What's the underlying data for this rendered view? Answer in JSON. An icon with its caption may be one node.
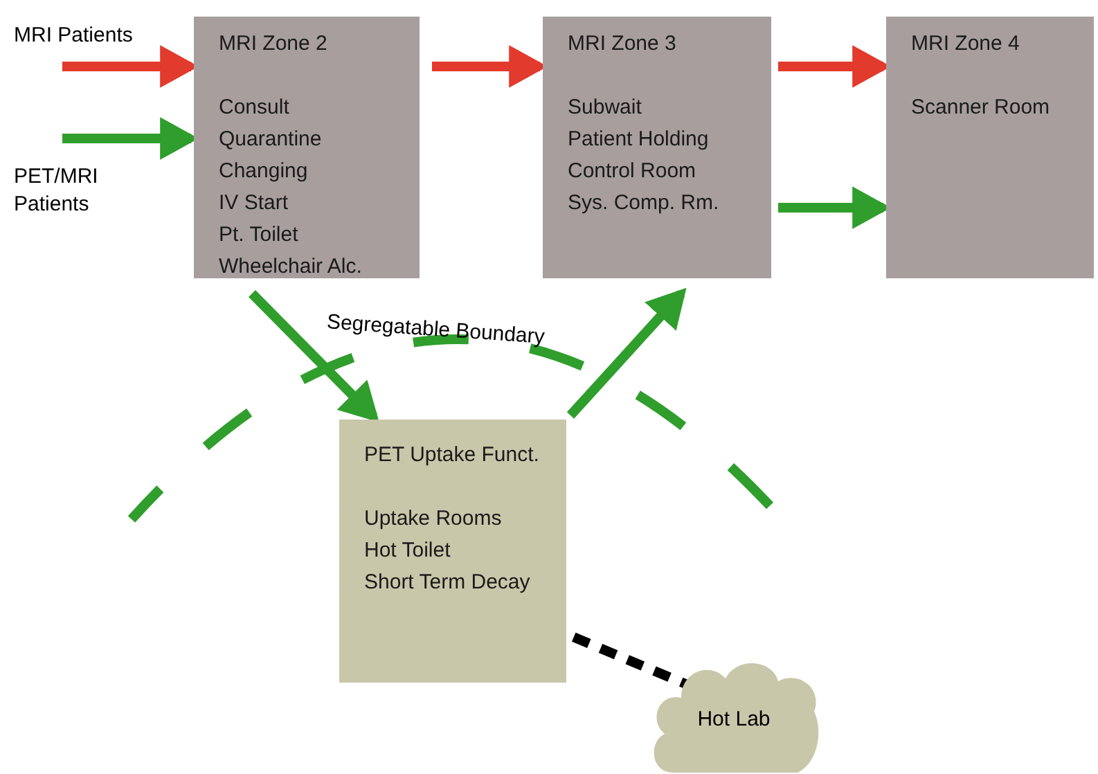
{
  "diagram": {
    "nodes": [
      {
        "text": [
          "MRI Patients"
        ]
      },
      {
        "text": [
          "PET/MRI Patients"
        ]
      },
      {
        "text": [
          "MRI Zone 2",
          "Consult",
          "Quarantine",
          "Changing",
          "IV Start",
          "Pt. Toilet",
          "Wheelchair Alc."
        ]
      },
      {
        "text": [
          "MRI Zone 3",
          "Subwait",
          "Patient Holding",
          "Control Room",
          "Sys. Comp. Rm."
        ]
      },
      {
        "text": [
          "MRI Zone 4",
          "Scanner Room"
        ]
      },
      {
        "text": [
          "PET Uptake Funct.",
          "Uptake Rooms",
          "Hot Toilet",
          "Short Term Decay"
        ]
      },
      {
        "text": [
          "Hot Lab"
        ]
      }
    ],
    "edges": [
      {
        "from": 0,
        "to": 2,
        "arrow": "to",
        "color": "#e23a2c"
      },
      {
        "from": 1,
        "to": 2,
        "arrow": "to"
      },
      {
        "from": 2,
        "to": 3,
        "arrow": "to",
        "color": "#e23a2c"
      },
      {
        "from": 3,
        "to": 4,
        "arrow": "to",
        "color": "#e23a2c"
      },
      {
        "from": 3,
        "to": 4,
        "arrow": "to"
      },
      {
        "from": 2,
        "to": 5,
        "arrow": "to"
      },
      {
        "from": 5,
        "to": 3,
        "arrow": "to"
      },
      {
        "from": 5,
        "to": 6,
        "arrow": "none",
        "style": "dashed",
        "color": "#000000"
      }
    ],
    "labels": [
      "Segregatable Boundary"
    ]
  }
}
